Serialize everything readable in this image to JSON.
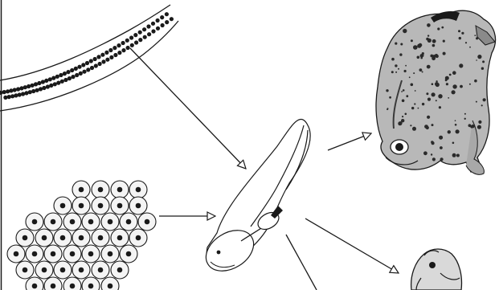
{
  "figure": {
    "colors": {
      "background": "#ffffff",
      "ink": "#1a1a1a",
      "egg_fill": "#f4f4f4",
      "toad_skin": "#b8b8b8",
      "frog_skin": "#d9d9d9"
    },
    "stages": [
      {
        "id": "toad-spawn-string",
        "icon": "egg-string-icon"
      },
      {
        "id": "frog-spawn-clump",
        "icon": "egg-clump-icon"
      },
      {
        "id": "tadpole",
        "icon": "tadpole-icon"
      },
      {
        "id": "adult-toad",
        "icon": "toad-icon"
      },
      {
        "id": "adult-frog",
        "icon": "frog-icon"
      }
    ],
    "arrows": [
      {
        "from": "toad-spawn-string",
        "to": "tadpole"
      },
      {
        "from": "frog-spawn-clump",
        "to": "tadpole"
      },
      {
        "from": "tadpole",
        "to": "adult-toad"
      },
      {
        "from": "tadpole",
        "to": "adult-frog"
      },
      {
        "from": "tadpole",
        "to": "offscreen-bottom"
      }
    ]
  }
}
